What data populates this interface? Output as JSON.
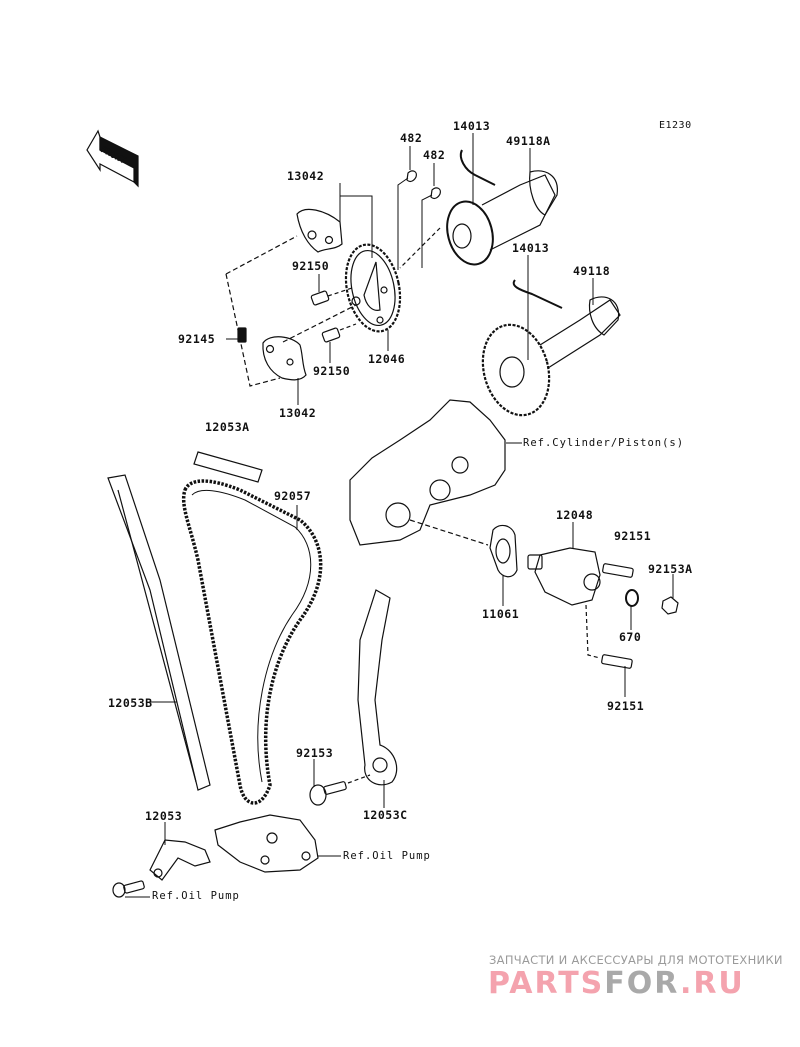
{
  "diagram": {
    "code": "E1230",
    "front_marker": "FRONT",
    "part_labels": [
      {
        "id": "482_a",
        "text": "482"
      },
      {
        "id": "482_b",
        "text": "482"
      },
      {
        "id": "14013_top",
        "text": "14013"
      },
      {
        "id": "49118A",
        "text": "49118A"
      },
      {
        "id": "13042_top",
        "text": "13042"
      },
      {
        "id": "92150_top",
        "text": "92150"
      },
      {
        "id": "92145",
        "text": "92145"
      },
      {
        "id": "92150_bottom",
        "text": "92150"
      },
      {
        "id": "12046",
        "text": "12046"
      },
      {
        "id": "13042_bottom",
        "text": "13042"
      },
      {
        "id": "14013_bottom",
        "text": "14013"
      },
      {
        "id": "49118",
        "text": "49118"
      },
      {
        "id": "12053A",
        "text": "12053A"
      },
      {
        "id": "92057",
        "text": "92057"
      },
      {
        "id": "12048",
        "text": "12048"
      },
      {
        "id": "92151_top",
        "text": "92151"
      },
      {
        "id": "92153A",
        "text": "92153A"
      },
      {
        "id": "11061",
        "text": "11061"
      },
      {
        "id": "670",
        "text": "670"
      },
      {
        "id": "92151_bottom",
        "text": "92151"
      },
      {
        "id": "12053B",
        "text": "12053B"
      },
      {
        "id": "92153",
        "text": "92153"
      },
      {
        "id": "12053C",
        "text": "12053C"
      },
      {
        "id": "12053",
        "text": "12053"
      }
    ],
    "references": {
      "cylinder": "Ref.Cylinder/Piston(s)",
      "oil_pump_right": "Ref.Oil Pump",
      "oil_pump_left": "Ref.Oil Pump"
    }
  },
  "watermark": {
    "tagline": "ЗАПЧАСТИ И АКСЕССУАРЫ ДЛЯ МОТОТЕХНИКИ",
    "logo_part1": "PARTS",
    "logo_part2": "FOR",
    "logo_part3": ".RU",
    "colors": {
      "pink": "#f4a3ae",
      "gray": "#a9a9a9"
    }
  }
}
